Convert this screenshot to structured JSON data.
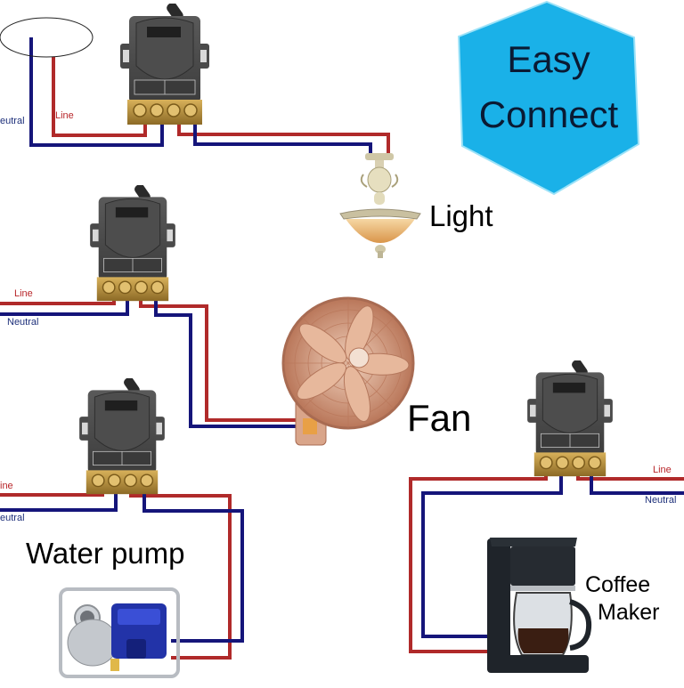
{
  "badge": {
    "line1": "Easy",
    "line2": "Connect",
    "color": "#1ab1e8"
  },
  "wire_colors": {
    "line": "#b02a2a",
    "neutral": "#15157a"
  },
  "wire_labels": {
    "line": "Line",
    "neutral": "Neutral",
    "line_cropped": "ine",
    "neutral_cropped": "eutral"
  },
  "appliances": {
    "light": "Light",
    "fan": "Fan",
    "water_pump": "Water pump",
    "coffee_maker_line1": "Coffee",
    "coffee_maker_line2": "Maker"
  },
  "switches": [
    {
      "name": "switch-light",
      "controls": "Light"
    },
    {
      "name": "switch-fan",
      "controls": "Fan"
    },
    {
      "name": "switch-water-pump",
      "controls": "Water pump"
    },
    {
      "name": "switch-coffee-maker",
      "controls": "Coffee Maker"
    }
  ]
}
